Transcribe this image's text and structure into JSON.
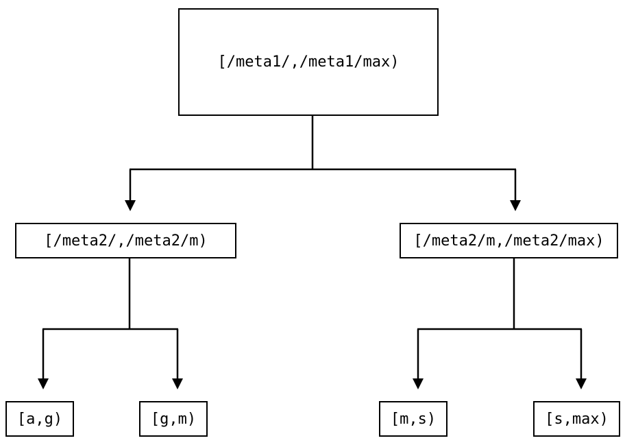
{
  "colors": {
    "background": "#ffffff",
    "line": "#000000",
    "text": "#000000"
  },
  "nodes": {
    "root": {
      "label": "[/meta1/,/meta1/max)"
    },
    "left": {
      "label": "[/meta2/,/meta2/m)"
    },
    "right": {
      "label": "[/meta2/m,/meta2/max)"
    },
    "leaf_ag": {
      "label": "[a,g)"
    },
    "leaf_gm": {
      "label": "[g,m)"
    },
    "leaf_ms": {
      "label": "[m,s)"
    },
    "leaf_smax": {
      "label": "[s,max)"
    }
  }
}
